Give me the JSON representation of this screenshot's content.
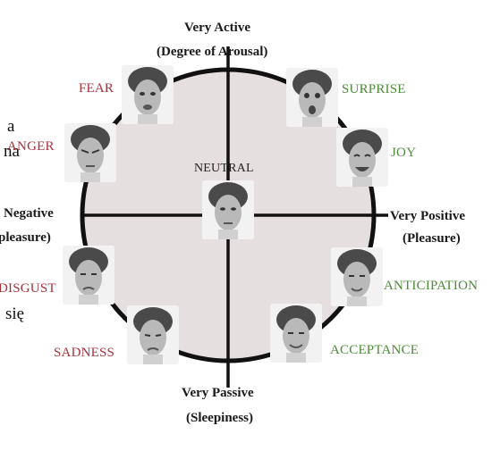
{
  "axes": {
    "top_line1": "Very Active",
    "top_line2": "(Degree of Arousal)",
    "bottom_line1": "Very Passive",
    "bottom_line2": "(Sleepiness)",
    "left_line1": "Negative",
    "left_line2": "pleasure)",
    "right_line1": "Very Positive",
    "right_line2": "(Pleasure)"
  },
  "emotions": {
    "fear": "FEAR",
    "anger": "ANGER",
    "disgust": "DISGUST",
    "sadness": "SADNESS",
    "surprise": "SURPRISE",
    "joy": "JOY",
    "anticipation": "ANTICIPATION",
    "acceptance": "ACCEPTANCE",
    "neutral": "NEUTRAL"
  },
  "stray_text": {
    "a": "a",
    "na": "na",
    "sie": "się"
  },
  "colors": {
    "circle_fill": "#e6dfe0",
    "negative_label": "#a8323a",
    "positive_label": "#4d8a3a",
    "axis_line": "#111111"
  }
}
